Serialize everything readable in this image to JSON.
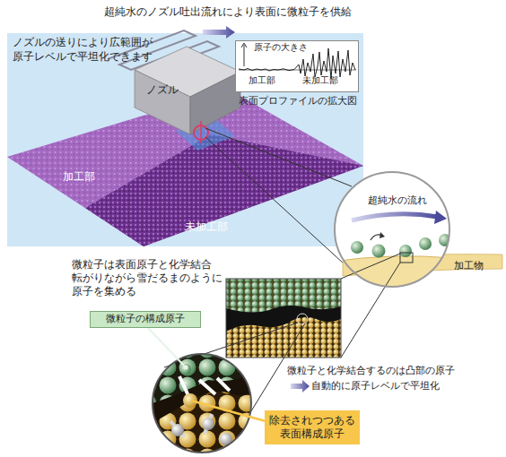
{
  "diagram": {
    "title": "超純水のノズル吐出流れにより表面に微粒子を供給",
    "nodes": [
      {
        "text": [
          "ノズル"
        ]
      },
      {
        "text": [
          "原子の大きさ",
          "加工部",
          "未加工部"
        ]
      },
      {
        "text": [
          "超純水の流れ"
        ]
      },
      {
        "text": [
          "微粒子の構成原子"
        ]
      },
      {
        "text": [
          "除去されつつある 表面構成原子"
        ]
      }
    ],
    "labels": [
      "ノズルの送りにより広範囲が 原子レベルで平坦化できます",
      "加工部",
      "未加工部",
      "表面プロファイルの拡大図",
      "加工物",
      "微粒子は表面原子と化学結合 転がりながら雪だるまのように 原子を集める",
      "微粒子と化学結合するのは凸部の原子",
      "自動的に原子レベルで平坦化"
    ]
  }
}
